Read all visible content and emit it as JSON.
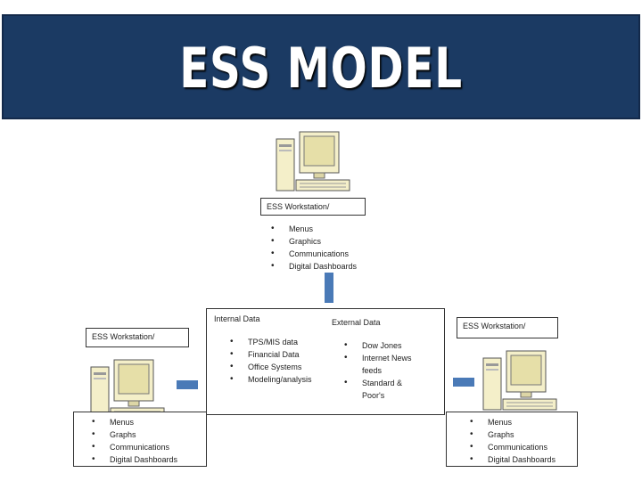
{
  "title": "ESS MODEL",
  "top_workstation": {
    "label": "ESS Workstation/",
    "items": [
      "Menus",
      "Graphics",
      "Communications",
      "Digital Dashboards"
    ]
  },
  "left_workstation": {
    "label": "ESS Workstation/",
    "items": [
      "Menus",
      "Graphs",
      "Communications",
      "Digital Dashboards"
    ]
  },
  "right_workstation": {
    "label": "ESS Workstation/",
    "items": [
      "Menus",
      "Graphs",
      "Communications",
      "Digital Dashboards"
    ]
  },
  "internal_data": {
    "title": "Internal Data",
    "items": [
      "TPS/MIS data",
      "Financial Data",
      "Office Systems",
      "Modeling/analysis"
    ]
  },
  "external_data": {
    "title": "External Data",
    "items": [
      "Dow Jones",
      "Internet News feeds",
      "Standard & Poor's"
    ]
  },
  "colors": {
    "title_bar": "#1b3a63",
    "connector": "#4a7ab7"
  },
  "icons": [
    "computer-icon"
  ]
}
